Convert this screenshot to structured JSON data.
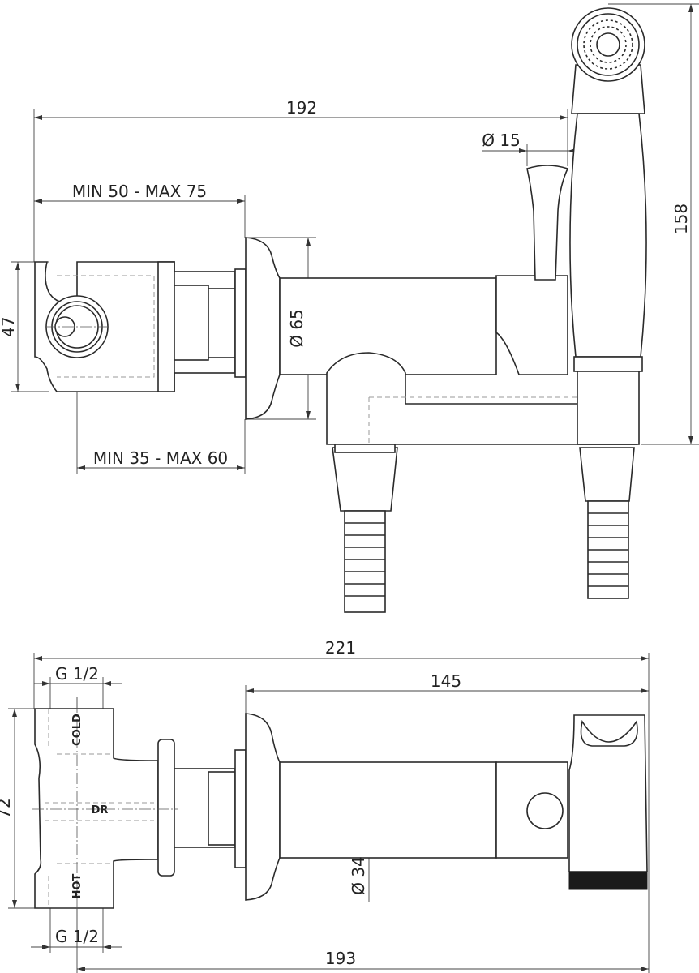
{
  "top_view": {
    "dim_overall_length": "192",
    "dim_lever_diameter": "Ø 15",
    "dim_wall_depth_upper": "MIN 50 - MAX 75",
    "dim_box_height": "47",
    "dim_rosette_diameter": "Ø 65",
    "dim_total_height": "158",
    "dim_wall_depth_lower": "MIN 35 - MAX 60"
  },
  "bottom_view": {
    "dim_overall_length": "221",
    "dim_thread_top": "G 1/2",
    "dim_projection": "145",
    "label_cold": "COLD",
    "label_dr": "DR",
    "label_hot": "HOT",
    "dim_tube_diameter": "Ø 34",
    "dim_body_height": "72",
    "dim_thread_bottom": "G 1/2",
    "dim_axis_length": "193"
  }
}
